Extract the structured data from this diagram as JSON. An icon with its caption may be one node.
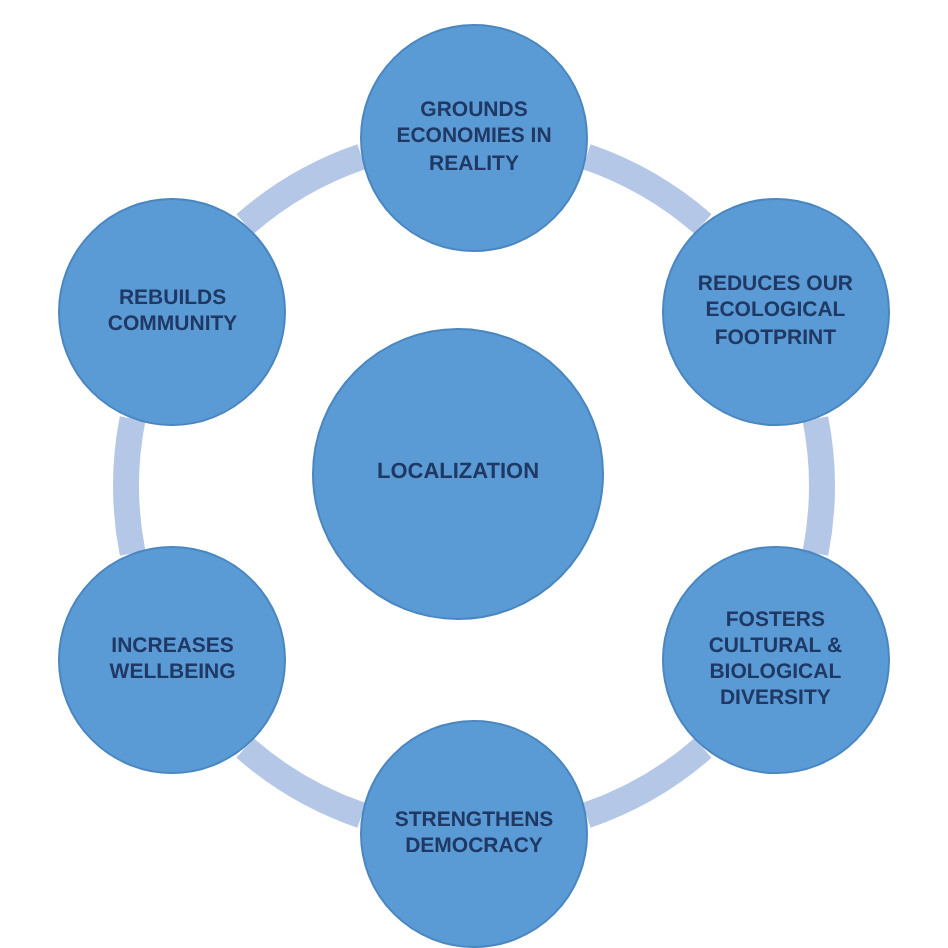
{
  "diagram": {
    "nodes": [
      {
        "text": [
          "LOCALIZATION"
        ]
      },
      {
        "text": [
          "GROUNDS ECONOMIES IN REALITY"
        ]
      },
      {
        "text": [
          "REDUCES OUR ECOLOGICAL FOOTPRINT"
        ]
      },
      {
        "text": [
          "FOSTERS CULTURAL & BIOLOGICAL DIVERSITY"
        ]
      },
      {
        "text": [
          "STRENGTHENS DEMOCRACY"
        ]
      },
      {
        "text": [
          "INCREASES WELLBEING"
        ]
      },
      {
        "text": [
          "REBUILDS COMMUNITY"
        ]
      }
    ],
    "edges": [
      {
        "from": 1,
        "to": 2,
        "arrow": "none"
      },
      {
        "from": 2,
        "to": 3,
        "arrow": "none"
      },
      {
        "from": 3,
        "to": 4,
        "arrow": "none"
      },
      {
        "from": 4,
        "to": 5,
        "arrow": "none"
      },
      {
        "from": 5,
        "to": 6,
        "arrow": "none"
      },
      {
        "from": 6,
        "to": 1,
        "arrow": "none"
      }
    ]
  }
}
